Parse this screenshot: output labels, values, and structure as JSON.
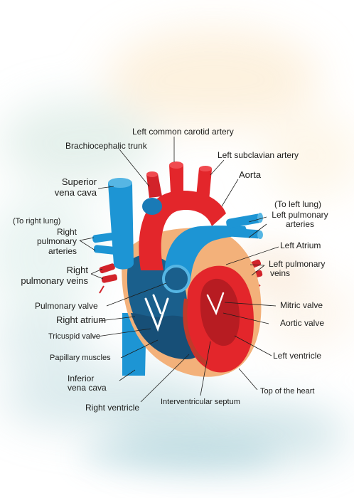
{
  "labels": {
    "left_common_carotid_artery": "Left common carotid artery",
    "brachiocephalic_trunk": "Brachiocephalic trunk",
    "left_subclavian_artery": "Left subclavian artery",
    "aorta": "Aorta",
    "superior_vena_cava": [
      "Superior",
      "vena cava"
    ],
    "to_left_lung": "(To left lung)",
    "left_pulmonary_arteries": [
      "Left pulmonary",
      "arteries"
    ],
    "to_right_lung": "(To right lung)",
    "right_pulmonary_arteries": [
      "Right",
      "pulmonary",
      "arteries"
    ],
    "left_atrium": "Left Atrium",
    "left_pulmonary_veins": [
      "Left pulmonary",
      "veins"
    ],
    "right_pulmonary_veins": [
      "Right",
      "pulmonary veins"
    ],
    "pulmonary_valve": "Pulmonary valve",
    "right_atrium": "Right atrium",
    "mitric_valve": "Mitric valve",
    "tricuspid_valve": "Tricuspid valve",
    "aortic_valve": "Aortic valve",
    "papillary_muscles": "Papillary muscles",
    "left_ventricle": "Left ventricle",
    "inferior_vena_cava": [
      "Inferior",
      "vena cava"
    ],
    "top_of_the_heart": "Top of the heart",
    "interventricular_septum": "Interventricular septum",
    "right_ventricle": "Right ventricle"
  },
  "colors": {
    "artery_red": "#e3262b",
    "vein_blue": "#1d95d4",
    "chamber_dark_blue": "#1a5f8c",
    "muscle_orange": "#f3b17a",
    "leader_line": "#1d1d1b"
  }
}
